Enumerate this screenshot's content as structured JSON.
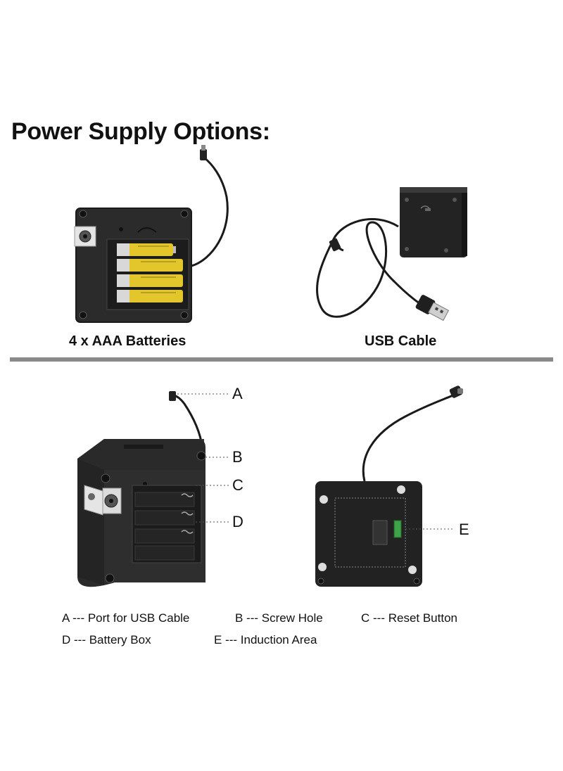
{
  "title": "Power Supply Options:",
  "options": [
    {
      "caption": "4 x AAA Batteries"
    },
    {
      "caption": "USB Cable"
    }
  ],
  "callouts": [
    "A",
    "B",
    "C",
    "D",
    "E"
  ],
  "legend": {
    "a": "A --- Port for USB Cable",
    "b": "B --- Screw Hole",
    "c": "C --- Reset Button",
    "d": "D --- Battery Box",
    "e": "E --- Induction Area"
  },
  "colors": {
    "device_body": "#2b2b2b",
    "battery_yellow": "#e3c52c",
    "divider": "#8a8a8a",
    "sensor_green": "#3fa34a"
  }
}
